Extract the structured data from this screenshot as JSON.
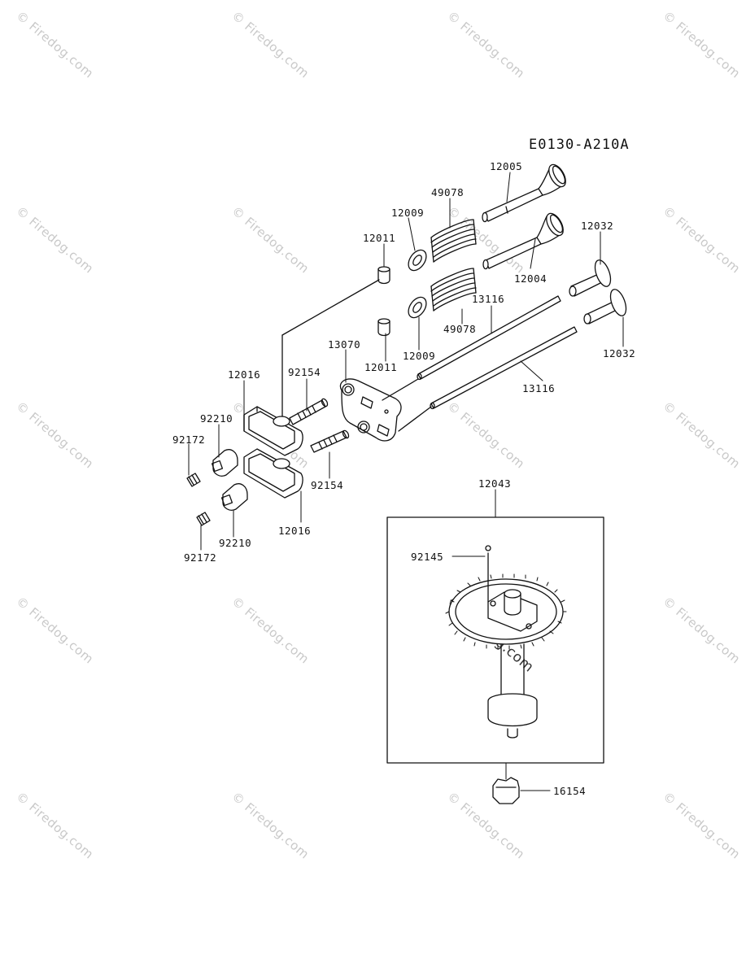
{
  "diagram_code": "E0130-A210A",
  "watermark": "© Firedog.com",
  "parts": {
    "p12005": "12005",
    "p49078a": "49078",
    "p12009a": "12009",
    "p12011a": "12011",
    "p12032a": "12032",
    "p12004": "12004",
    "p13116a": "13116",
    "p49078b": "49078",
    "p12009b": "12009",
    "p12011b": "12011",
    "p13070": "13070",
    "p12032b": "12032",
    "p12016a": "12016",
    "p92154a": "92154",
    "p13116b": "13116",
    "p92210a": "92210",
    "p92172a": "92172",
    "p92154b": "92154",
    "p12016b": "12016",
    "p92210b": "92210",
    "p92172b": "92172",
    "p12043": "12043",
    "p92145": "92145",
    "p16154": "16154"
  }
}
